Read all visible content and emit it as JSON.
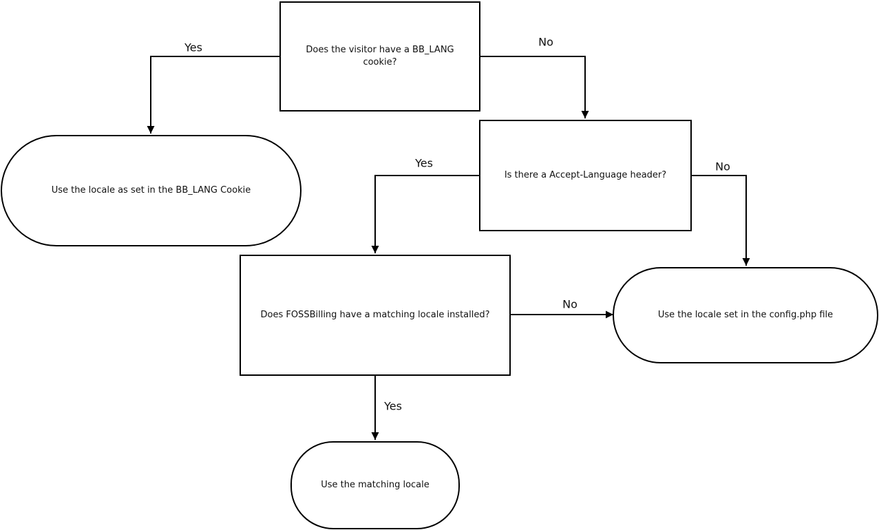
{
  "diagram": {
    "type": "flowchart",
    "colors": {
      "background": "#ffffff",
      "line": "#000000",
      "node_border": "#000000",
      "text": "#111111"
    },
    "nodes": {
      "cookie_question": {
        "label": "Does the visitor have a BB_LANG cookie?",
        "shape": "rectangle"
      },
      "use_cookie_locale": {
        "label": "Use the locale as set in the BB_LANG Cookie",
        "shape": "stadium"
      },
      "header_question": {
        "label": "Is there a Accept-Language header?",
        "shape": "rectangle"
      },
      "matching_locale_question": {
        "label": "Does FOSSBilling have a matching locale installed?",
        "shape": "rectangle"
      },
      "use_config_locale": {
        "label": "Use the locale set in the config.php file",
        "shape": "stadium"
      },
      "use_matching_locale": {
        "label": "Use the matching locale",
        "shape": "stadium"
      }
    },
    "edges": [
      {
        "from": "cookie_question",
        "to": "use_cookie_locale",
        "label": "Yes"
      },
      {
        "from": "cookie_question",
        "to": "header_question",
        "label": "No"
      },
      {
        "from": "header_question",
        "to": "matching_locale_question",
        "label": "Yes"
      },
      {
        "from": "header_question",
        "to": "use_config_locale",
        "label": "No"
      },
      {
        "from": "matching_locale_question",
        "to": "use_config_locale",
        "label": "No"
      },
      {
        "from": "matching_locale_question",
        "to": "use_matching_locale",
        "label": "Yes"
      }
    ]
  }
}
